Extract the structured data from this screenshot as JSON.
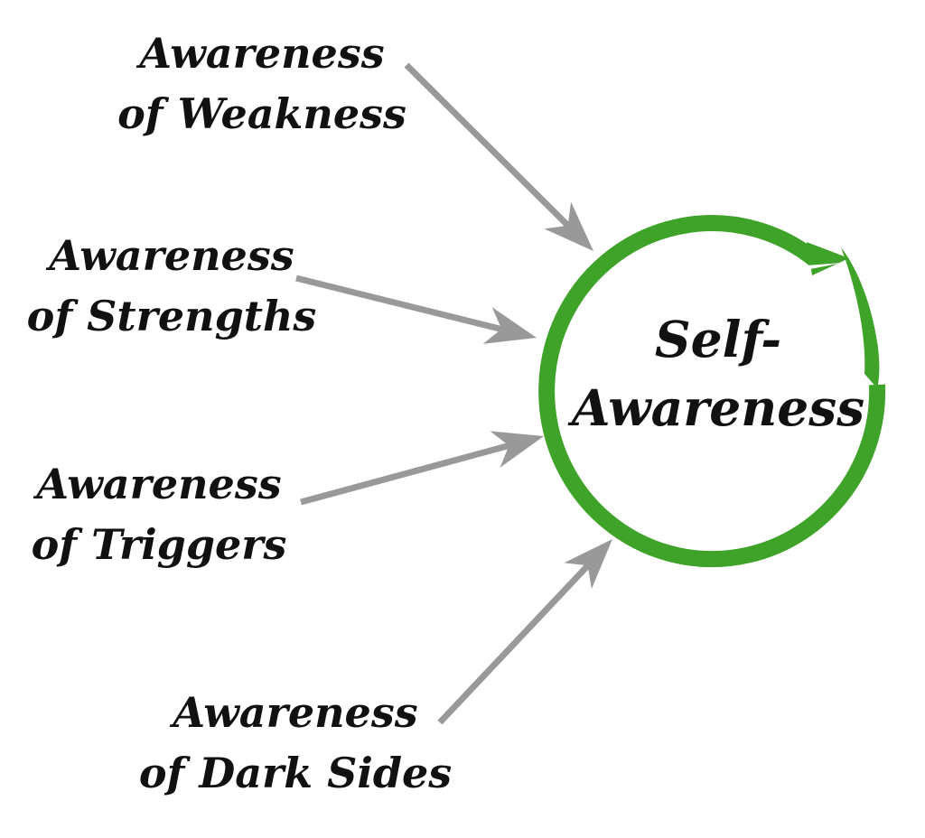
{
  "center": {
    "line1": "Self-",
    "line2": "Awareness"
  },
  "factors": [
    {
      "id": "weakness",
      "line1": "Awareness",
      "line2": "of Weakness"
    },
    {
      "id": "strengths",
      "line1": "Awareness",
      "line2": "of Strengths"
    },
    {
      "id": "triggers",
      "line1": "Awareness",
      "line2": "of Triggers"
    },
    {
      "id": "dark-sides",
      "line1": "Awareness",
      "line2": "of Dark Sides"
    }
  ],
  "colors": {
    "circle_green": "#3FA32A",
    "arrow_gray": "#999999",
    "text": "#111111",
    "background": "#ffffff"
  }
}
